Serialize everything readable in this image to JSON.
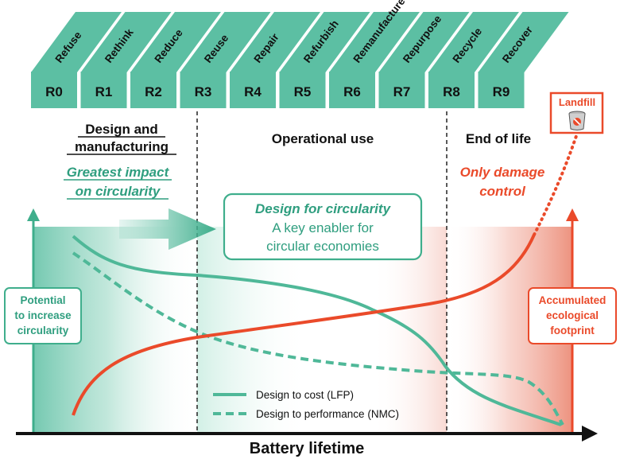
{
  "r_strategies": [
    {
      "code": "R0",
      "name": "Refuse"
    },
    {
      "code": "R1",
      "name": "Rethink"
    },
    {
      "code": "R2",
      "name": "Reduce"
    },
    {
      "code": "R3",
      "name": "Reuse"
    },
    {
      "code": "R4",
      "name": "Repair"
    },
    {
      "code": "R5",
      "name": "Refurbish"
    },
    {
      "code": "R6",
      "name": "Remanufacture"
    },
    {
      "code": "R7",
      "name": "Repurpose"
    },
    {
      "code": "R8",
      "name": "Recycle"
    },
    {
      "code": "R9",
      "name": "Recover"
    }
  ],
  "landfill": {
    "label": "Landfill"
  },
  "phases": {
    "design_line1": "Design and",
    "design_line2": "manufacturing",
    "operational": "Operational use",
    "end_of_life": "End of life"
  },
  "callouts": {
    "greatest_impact_line1": "Greatest impact",
    "greatest_impact_line2": "on circularity",
    "only_damage_line1": "Only damage",
    "only_damage_line2": "control"
  },
  "center_box": {
    "title": "Design for circularity",
    "line2": "A key enabler for",
    "line3": "circular economies"
  },
  "left_box": {
    "line1": "Potential",
    "line2": "to increase",
    "line3": "circularity"
  },
  "right_box": {
    "line1": "Accumulated",
    "line2": "ecological",
    "line3": "footprint"
  },
  "legend": {
    "solid_label": "Design to cost (LFP)",
    "dashed_label": "Design to performance (NMC)"
  },
  "x_axis_label": "Battery lifetime",
  "colors": {
    "teal": "#5cbfa3",
    "teal_dark": "#2f9e7f",
    "red": "#ea4a2a",
    "black": "#111111"
  }
}
